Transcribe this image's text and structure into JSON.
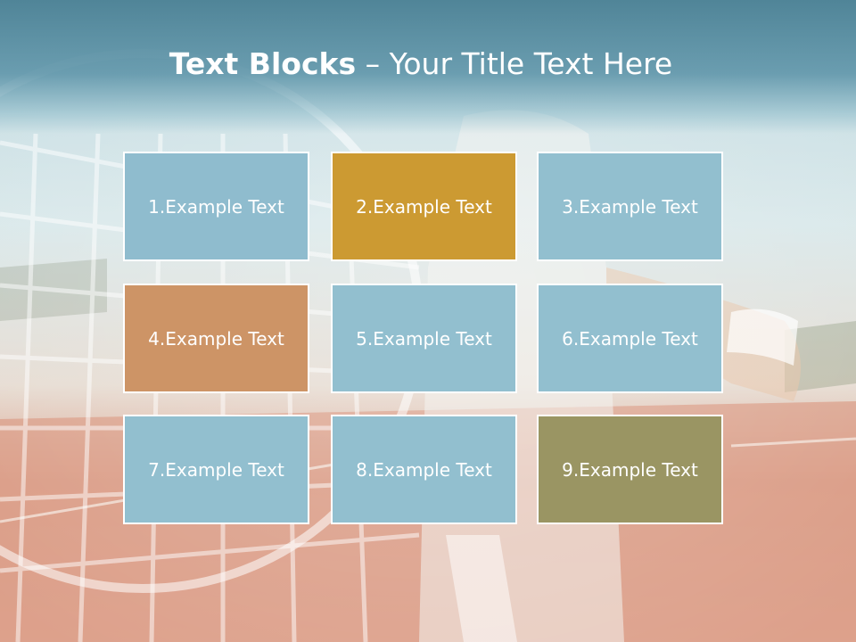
{
  "slide": {
    "title_bold": "Text Blocks",
    "title_dash": " – ",
    "title_rest": "Your Title Text Here"
  },
  "blocks": [
    {
      "label": "1.Example Text",
      "color": "#8fbcce"
    },
    {
      "label": "2.Example Text",
      "color": "#cc9a32"
    },
    {
      "label": "3.Example Text",
      "color": "#92bfcf"
    },
    {
      "label": "4.Example Text",
      "color": "#cd9466"
    },
    {
      "label": "5.Example Text",
      "color": "#92bfcf"
    },
    {
      "label": "6.Example Text",
      "color": "#92bfcf"
    },
    {
      "label": "7.Example Text",
      "color": "#92bfcf"
    },
    {
      "label": "8.Example Text",
      "color": "#92bfcf"
    },
    {
      "label": "9.Example Text",
      "color": "#9a9563"
    }
  ],
  "colors": {
    "title_band": "#5f98ab",
    "court_clay": "#d08a75",
    "block_border": "#ffffff"
  }
}
